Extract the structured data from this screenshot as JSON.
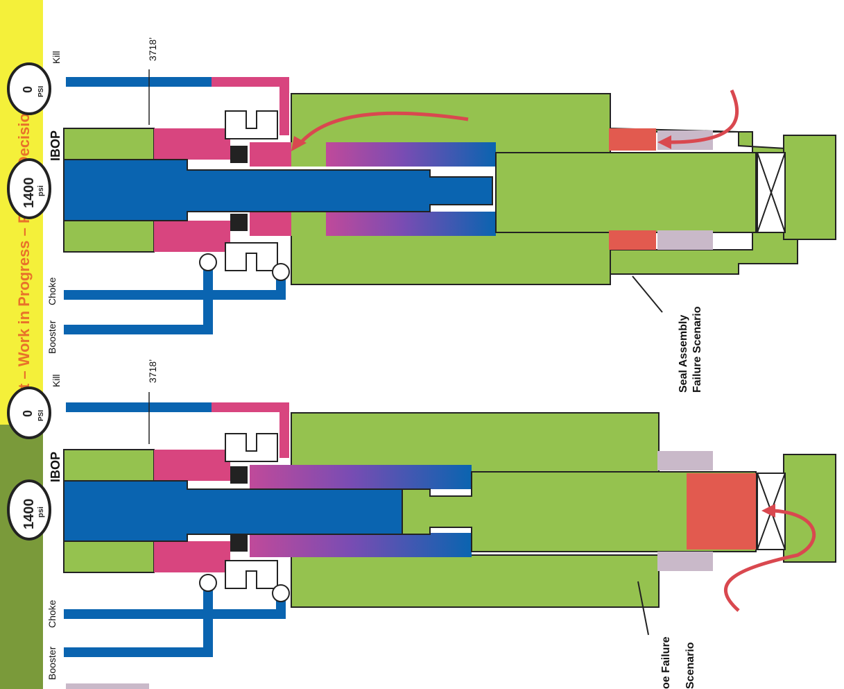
{
  "banner": {
    "text": "t – Work in Progress – Project Decision",
    "color_banner_bg": "#f4f03a",
    "color_banner_text": "#e8722a",
    "color_side_green": "#7a9a3a"
  },
  "colors": {
    "formation_green": "#95c24f",
    "pipe_blue": "#0a64b0",
    "seawater_pink": "#d8457f",
    "gas_red": "#e25a4f",
    "cement_gray": "#c9b9c9",
    "outline": "#222222",
    "arrow": "#d9484f"
  },
  "diagrams": [
    {
      "gauge_large": {
        "value": "1400",
        "unit": "psi"
      },
      "gauge_small": {
        "value": "0",
        "unit": "PSI"
      },
      "ibop_label": "IBOP",
      "line_labels": {
        "kill": "Kill",
        "choke": "Choke",
        "booster": "Booster"
      },
      "depth_label": "3718’",
      "scenario_label": [
        "Seal Assembly",
        "Failure Scenario"
      ]
    },
    {
      "gauge_large": {
        "value": "1400",
        "unit": "psi"
      },
      "gauge_small": {
        "value": "0",
        "unit": "PSI"
      },
      "ibop_label": "IBOP",
      "line_labels": {
        "kill": "Kill",
        "choke": "Choke",
        "booster": "Booster"
      },
      "depth_label": "3718’",
      "scenario_label": [
        "oe Failure",
        "Scenario"
      ]
    }
  ]
}
